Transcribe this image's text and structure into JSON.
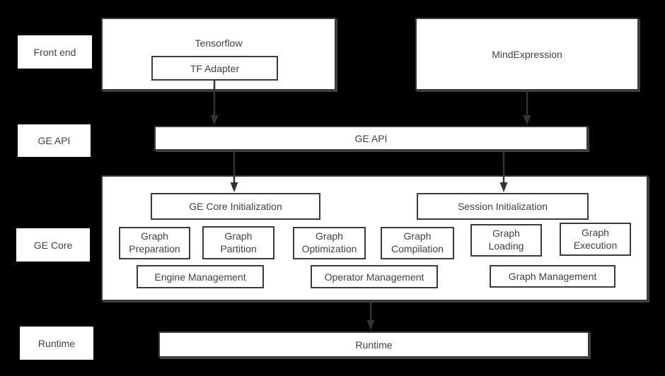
{
  "colors": {
    "background": "#000000",
    "box_fill": "#ffffff",
    "box_border": "#3b3b3b",
    "text": "#414141",
    "arrow": "#333333"
  },
  "row_labels": {
    "front_end": "Front end",
    "ge_api": "GE API",
    "ge_core": "GE Core",
    "runtime": "Runtime"
  },
  "nodes": {
    "tensorflow": "Tensorflow",
    "tf_adapter": "TF Adapter",
    "mind_expression": "MindExpression",
    "ge_api_bar": "GE API",
    "ge_core_initialization": "GE Core Initialization",
    "session_initialization": "Session Initialization",
    "graph_preparation": "Graph Preparation",
    "graph_partition": "Graph Partition",
    "graph_optimization": "Graph Optimization",
    "graph_compilation": "Graph Compilation",
    "graph_loading": "Graph Loading",
    "graph_execution": "Graph Execution",
    "engine_management": "Engine Management",
    "operator_management": "Operator Management",
    "graph_management": "Graph Management",
    "runtime_bar": "Runtime"
  },
  "arrows": [
    {
      "from": "TF Adapter",
      "to": "GE API"
    },
    {
      "from": "MindExpression",
      "to": "GE API"
    },
    {
      "from": "GE API",
      "to": "GE Core Initialization"
    },
    {
      "from": "GE API",
      "to": "Session Initialization"
    },
    {
      "from": "GE Core",
      "to": "Runtime"
    }
  ]
}
